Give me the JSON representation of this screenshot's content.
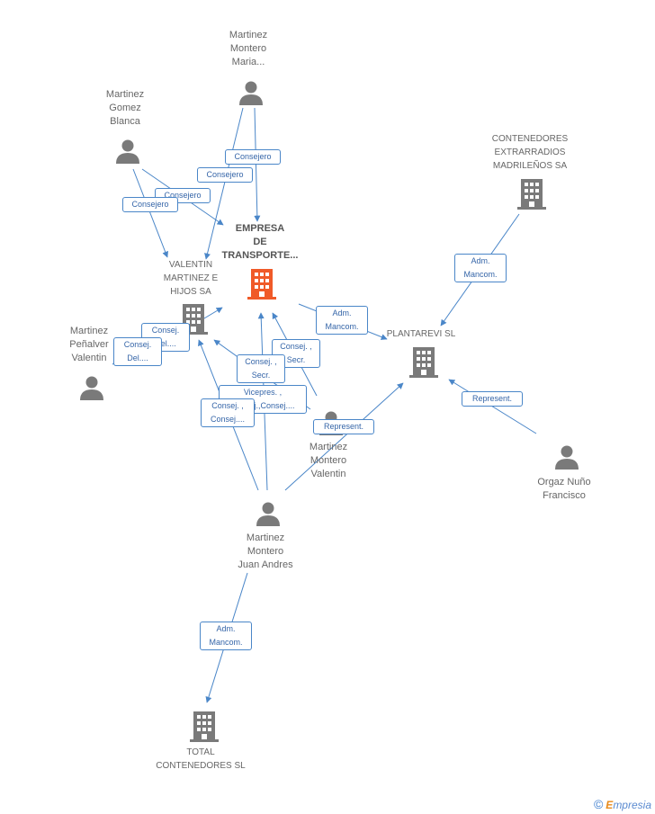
{
  "nodes": {
    "martinez_montero_maria": "Martinez\nMontero\nMaria...",
    "martinez_gomez_blanca": "Martinez\nGomez\nBlanca",
    "contenedores_extrarradios": "CONTENEDORES\nEXTRARRADIOS\nMADRILEÑOS SA",
    "empresa_transporte": "EMPRESA\nDE\nTRANSPORTE...",
    "valentin_martinez_hijos": "VALENTIN\nMARTINEZ E\nHIJOS SA",
    "plantarevi": "PLANTAREVI SL",
    "martinez_penalver_valentin": "Martinez\nPeñalver\nValentin",
    "martinez_montero_valentin": "Martinez\nMontero\nValentin",
    "orgaz_nuno_francisco": "Orgaz Nuño\nFrancisco",
    "martinez_montero_juan_andres": "Martinez\nMontero\nJuan Andres",
    "total_contenedores": "TOTAL\nCONTENEDORES SL"
  },
  "edge_labels": {
    "consejero_1": "Consejero",
    "consejero_2": "Consejero",
    "consejero_3": "Consejero",
    "consejero_4": "Consejero",
    "adm_mancom_1": "Adm.\nMancom.",
    "adm_mancom_2": "Adm.\nMancom.",
    "adm_mancom_3": "Adm.\nMancom.",
    "consej_del_1": "Consej.\nDel....",
    "consej_del_2": "Consej.\nDel....",
    "consej_secr_1": "Consej. ,\nSecr.",
    "consej_secr_2": "Consej. ,\nSecr.",
    "vicepres": "Vicepres. ,\nConsej.,Consej....",
    "consej_consej": "Consej. ,\nConsej....",
    "represent_1": "Represent.",
    "represent_2": "Represent."
  },
  "footer": {
    "copyright": "©",
    "brand_e": "E",
    "brand_rest": "mpresia"
  },
  "colors": {
    "person": "#7a7a7a",
    "company": "#7a7a7a",
    "focus": "#f05a28",
    "edge": "#4a86c8"
  }
}
